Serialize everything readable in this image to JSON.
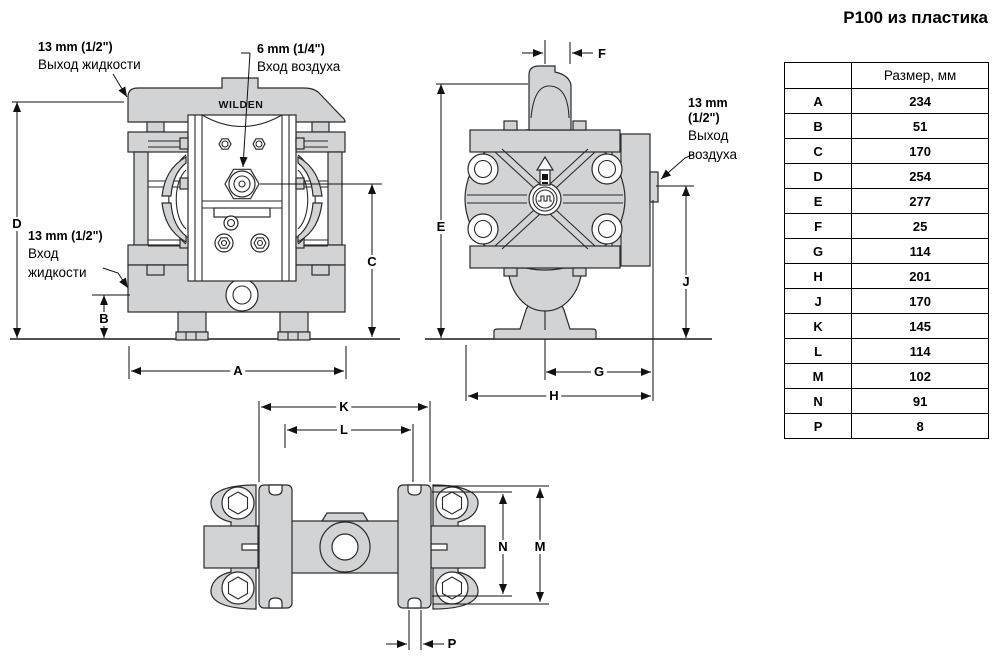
{
  "title": "P100 из пластика",
  "brand": "WILDEN",
  "table": {
    "header": "Размер, мм",
    "rows": [
      [
        "A",
        "234"
      ],
      [
        "B",
        "51"
      ],
      [
        "C",
        "170"
      ],
      [
        "D",
        "254"
      ],
      [
        "E",
        "277"
      ],
      [
        "F",
        "25"
      ],
      [
        "G",
        "114"
      ],
      [
        "H",
        "201"
      ],
      [
        "J",
        "170"
      ],
      [
        "K",
        "145"
      ],
      [
        "L",
        "114"
      ],
      [
        "M",
        "102"
      ],
      [
        "N",
        "91"
      ],
      [
        "P",
        "8"
      ]
    ]
  },
  "callouts": {
    "fluid_out": {
      "size": "13 mm (1/2\")",
      "line2": "Выход жидкости"
    },
    "air_in": {
      "size": "6 mm (1/4\")",
      "line2": "Вход воздуха"
    },
    "fluid_in": {
      "size": "13 mm (1/2\")",
      "line2": "Вход",
      "line3": "жидкости"
    },
    "air_out": {
      "size": "13 mm",
      "size2": "(1/2\")",
      "line2": "Выход",
      "line3": "воздуха"
    }
  },
  "dim_letters": {
    "a": "A",
    "b": "B",
    "c": "C",
    "d": "D",
    "e": "E",
    "f": "F",
    "g": "G",
    "h": "H",
    "j": "J",
    "k": "K",
    "l": "L",
    "m": "M",
    "n": "N",
    "p": "P"
  },
  "colors": {
    "body_fill": "#d2d3d5",
    "outline": "#2a2a2a",
    "dimension_line": "#111111"
  }
}
